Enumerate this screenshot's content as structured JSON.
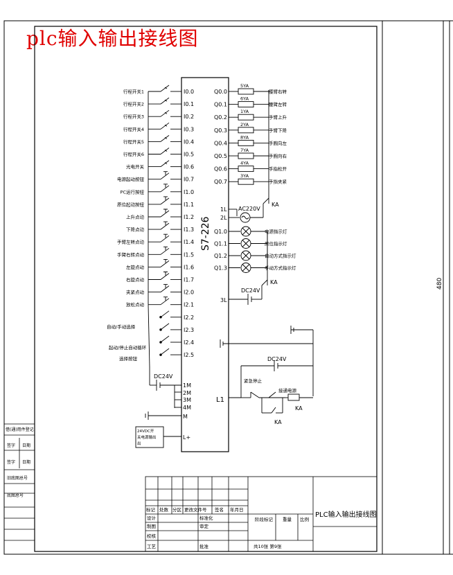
{
  "title": "plc输入输出接线图",
  "plc_model": "S7-226",
  "inputs": [
    {
      "label": "行程开关1",
      "addr": "I0.0"
    },
    {
      "label": "行程开关2",
      "addr": "I0.1"
    },
    {
      "label": "行程开关3",
      "addr": "I0.2"
    },
    {
      "label": "行程开关4",
      "addr": "I0.3"
    },
    {
      "label": "行程开关5",
      "addr": "I0.4"
    },
    {
      "label": "行程开关6",
      "addr": "I0.5"
    },
    {
      "label": "光电开关",
      "addr": "I0.6"
    },
    {
      "label": "电源起动按钮",
      "addr": "I0.7"
    },
    {
      "label": "PC运行按钮",
      "addr": "I1.0"
    },
    {
      "label": "原位起动按钮",
      "addr": "I1.1"
    },
    {
      "label": "上升点动",
      "addr": "I1.2"
    },
    {
      "label": "下降点动",
      "addr": "I1.3"
    },
    {
      "label": "手臂左转点动",
      "addr": "I1.4"
    },
    {
      "label": "手臂右转点动",
      "addr": "I1.5"
    },
    {
      "label": "左旋点动",
      "addr": "I1.6"
    },
    {
      "label": "右旋点动",
      "addr": "I1.7"
    },
    {
      "label": "夹紧点动",
      "addr": "I2.0"
    },
    {
      "label": "放松点动",
      "addr": "I2.1"
    },
    {
      "label": "",
      "addr": "I2.2"
    },
    {
      "label": "",
      "addr": "I2.3"
    },
    {
      "label": "",
      "addr": "I2.4"
    },
    {
      "label": "",
      "addr": "I2.5"
    }
  ],
  "selector_labels": {
    "auto_manual": "自动/手动选择",
    "cycle_line1": "起动/停止自动循环",
    "cycle_line2": "选择按钮"
  },
  "outputs": [
    {
      "addr": "Q0.0",
      "coil": "5YA",
      "label": "腰臂右转"
    },
    {
      "addr": "Q0.1",
      "coil": "6YA",
      "label": "腰臂左转"
    },
    {
      "addr": "Q0.2",
      "coil": "1YA",
      "label": "手臂上升"
    },
    {
      "addr": "Q0.3",
      "coil": "2YA",
      "label": "手臂下降"
    },
    {
      "addr": "Q0.4",
      "coil": "8YA",
      "label": "手腕向左"
    },
    {
      "addr": "Q0.5",
      "coil": "7YA",
      "label": "手腕向右"
    },
    {
      "addr": "Q0.6",
      "coil": "4YA",
      "label": "手指松开"
    },
    {
      "addr": "Q0.7",
      "coil": "3YA",
      "label": "手指夹紧"
    }
  ],
  "lamps": [
    {
      "addr": "Q1.0",
      "label": "电源指示灯"
    },
    {
      "addr": "Q1.1",
      "label": "原位指示灯"
    },
    {
      "addr": "Q1.2",
      "label": "自动方式指示灯"
    },
    {
      "addr": "Q1.3",
      "label": "手动方式指示灯"
    }
  ],
  "terminals": {
    "t1L": "1L",
    "t2L": "2L",
    "t3L": "3L",
    "L1": "L1",
    "M1": "1M",
    "M2": "2M",
    "M3": "3M",
    "M4": "4M",
    "M": "M",
    "Lplus": "L+"
  },
  "power": {
    "ac": "AC220V",
    "dc_lamps": "DC24V",
    "dc_inputs": "DC24V",
    "dc_contactor": "DC24V",
    "supply_line1": "24VDC开",
    "supply_line2": "关电源输出",
    "supply_line3": "出"
  },
  "contactor": {
    "ka": "KA",
    "estop": "紧急停止",
    "start": "接通电源"
  },
  "dimension": "480",
  "left_strip": {
    "label1": "借(通)用件登记",
    "label2": "旧底图总号",
    "label3": "底图总号",
    "sign1": "签字",
    "date1": "日期",
    "sign2": "签字",
    "date2": "日期"
  },
  "title_block": {
    "h1": "标记",
    "h2": "处数",
    "h3": "分区",
    "h4": "更改文件号",
    "h5": "签名",
    "h6": "年月日",
    "design": "设计",
    "standardize": "标准化",
    "draw": "制图",
    "review": "审定",
    "check": "校核",
    "process": "工艺",
    "approve": "批准",
    "stage": "阶段标记",
    "weight": "重量",
    "scale": "比例",
    "sheets": "共10张 第9张",
    "drawing_name": "PLC输入输出接线图"
  }
}
